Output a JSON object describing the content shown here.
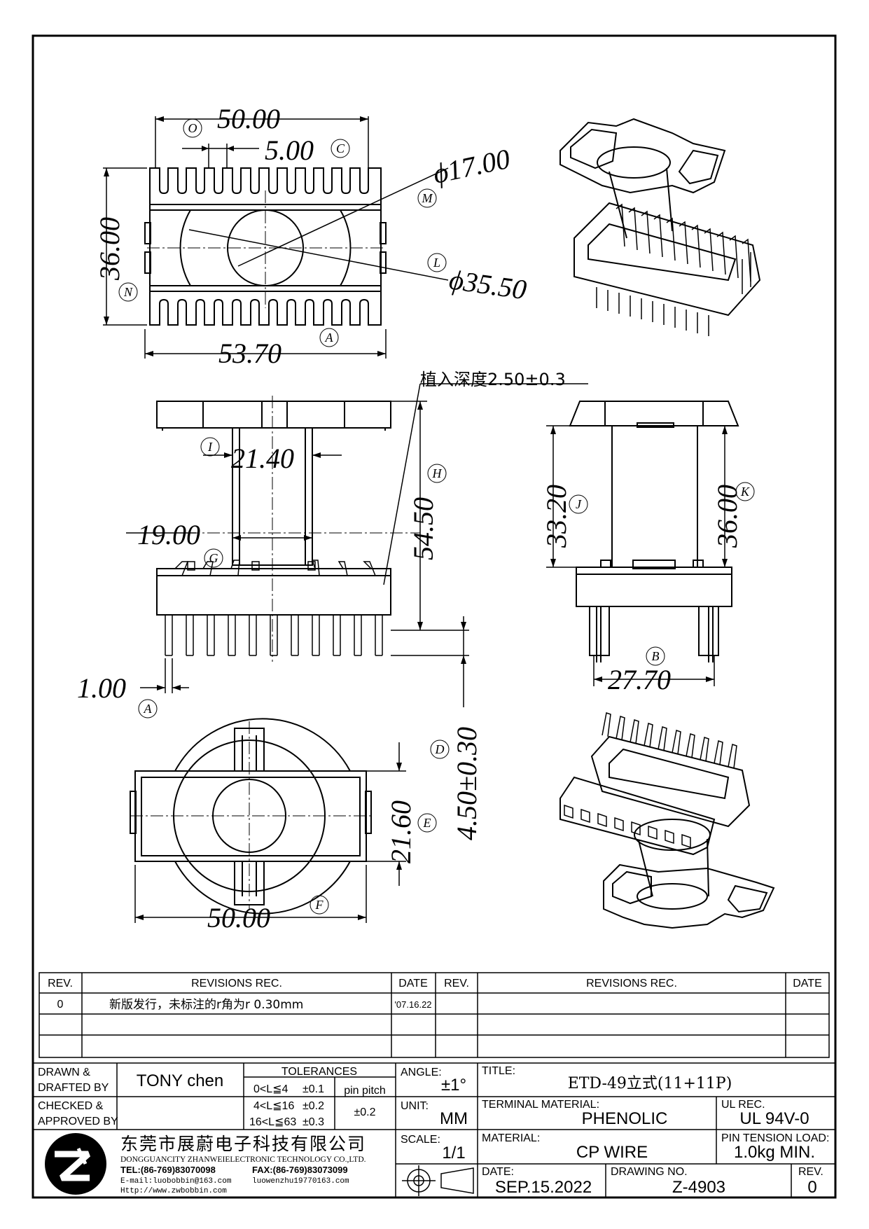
{
  "drawing": {
    "dims_top": {
      "width_top": "50.00",
      "pin_pitch": "5.00",
      "height": "36.00",
      "width_bottom": "53.70",
      "d_core": "ϕ17.00",
      "d_outer": "ϕ35.50"
    },
    "letters": [
      "O",
      "C",
      "M",
      "N",
      "L",
      "A",
      "I",
      "H",
      "G",
      "J",
      "K",
      "B",
      "A",
      "D",
      "E",
      "F"
    ],
    "note_chinese": "植入深度2.50±0.3",
    "dims_front": {
      "core_width": "21.40",
      "pin_span": "19.00",
      "total_height": "54.50",
      "pin_thickness": "1.00",
      "pin_length": "4.50±0.30"
    },
    "dims_side": {
      "inner_height": "33.20",
      "outer_height": "36.00",
      "base_width": "27.70"
    },
    "dims_bottom": {
      "height": "21.60",
      "width": "50.00"
    }
  },
  "revisions": {
    "headers": {
      "rev": "REV.",
      "rec": "REVISIONS   REC.",
      "date": "DATE"
    },
    "rows": [
      {
        "rev": "0",
        "rec": "新版发行，未标注的r角为r 0.30mm",
        "date": "'07.16.22"
      }
    ]
  },
  "title_block": {
    "drawn_label_1": "DRAWN &",
    "drawn_label_2": "DRAFTED BY",
    "drawn_by": "TONY chen",
    "checked_label_1": "CHECKED &",
    "checked_label_2": "APPROVED BY",
    "tolerances_label": "TOLERANCES",
    "tol_rows": [
      {
        "range": "0<L≦4",
        "tol": "±0.1"
      },
      {
        "range": "4<L≦16",
        "tol": "±0.2"
      },
      {
        "range": "16<L≦63",
        "tol": "±0.3"
      }
    ],
    "pin_pitch_label": "pin pitch",
    "pin_pitch_tol": "±0.2",
    "angle_label": "ANGLE:",
    "angle_value": "±1°",
    "unit_label": "UNIT:",
    "unit_value": "MM",
    "scale_label": "SCALE:",
    "scale_value": "1/1",
    "title_label": "TITLE:",
    "title_value": "ETD-49立式(11+11P)",
    "terminal_label": "TERMINAL MATERIAL:",
    "terminal_value": "PHENOLIC",
    "ul_label": "UL REC.",
    "ul_value": "UL 94V-0",
    "material_label": "MATERIAL:",
    "material_value": "CP WIRE",
    "pin_tension_label": "PIN TENSION LOAD:",
    "pin_tension_value": "1.0kg  MIN.",
    "date_label": "DATE:",
    "date_value": "SEP.15.2022",
    "drawing_no_label": "DRAWING NO.",
    "drawing_no_value": "Z-4903",
    "rev_label": "REV.",
    "rev_value": "0",
    "company_cn": "东莞市展蔚电子科技有限公司",
    "company_en": "DONGGUANCITY ZHANWEIELECTRONIC TECHNOLOGY CO.,LTD.",
    "tel": "TEL:(86-769)83070098",
    "fax": "FAX:(86-769)83073099",
    "email": "E-mail:luobobbin@163.com",
    "email2": "luowenzhu19770163.com",
    "web": "Http://www.zwbobbin.com",
    "logo_text": "ZW"
  }
}
